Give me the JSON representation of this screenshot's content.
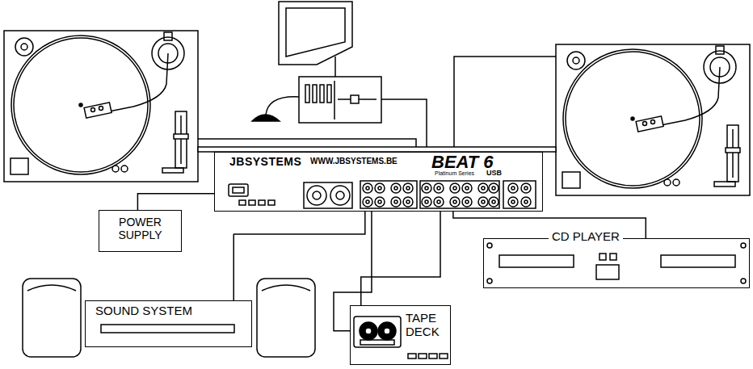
{
  "diagram": {
    "nodes": [
      {
        "text": [
          "JBSYSTEMS",
          "WWW.JBSYSTEMS.BE",
          "BEAT 6",
          "Platinum Series",
          "USB"
        ]
      },
      {
        "text": [
          "POWER SUPPLY"
        ]
      },
      {
        "text": [
          "CD PLAYER"
        ]
      },
      {
        "text": [
          "SOUND SYSTEM"
        ]
      },
      {
        "text": [
          "TAPE DECK"
        ]
      }
    ],
    "edges": [
      {
        "from": 1,
        "to": 0,
        "arrow": "none"
      },
      {
        "from": 0,
        "to": 2,
        "arrow": "none"
      },
      {
        "from": 0,
        "to": 3,
        "arrow": "none"
      },
      {
        "from": 0,
        "to": 4,
        "arrow": "none"
      },
      {
        "from": 0,
        "to": 4,
        "arrow": "none"
      }
    ]
  }
}
